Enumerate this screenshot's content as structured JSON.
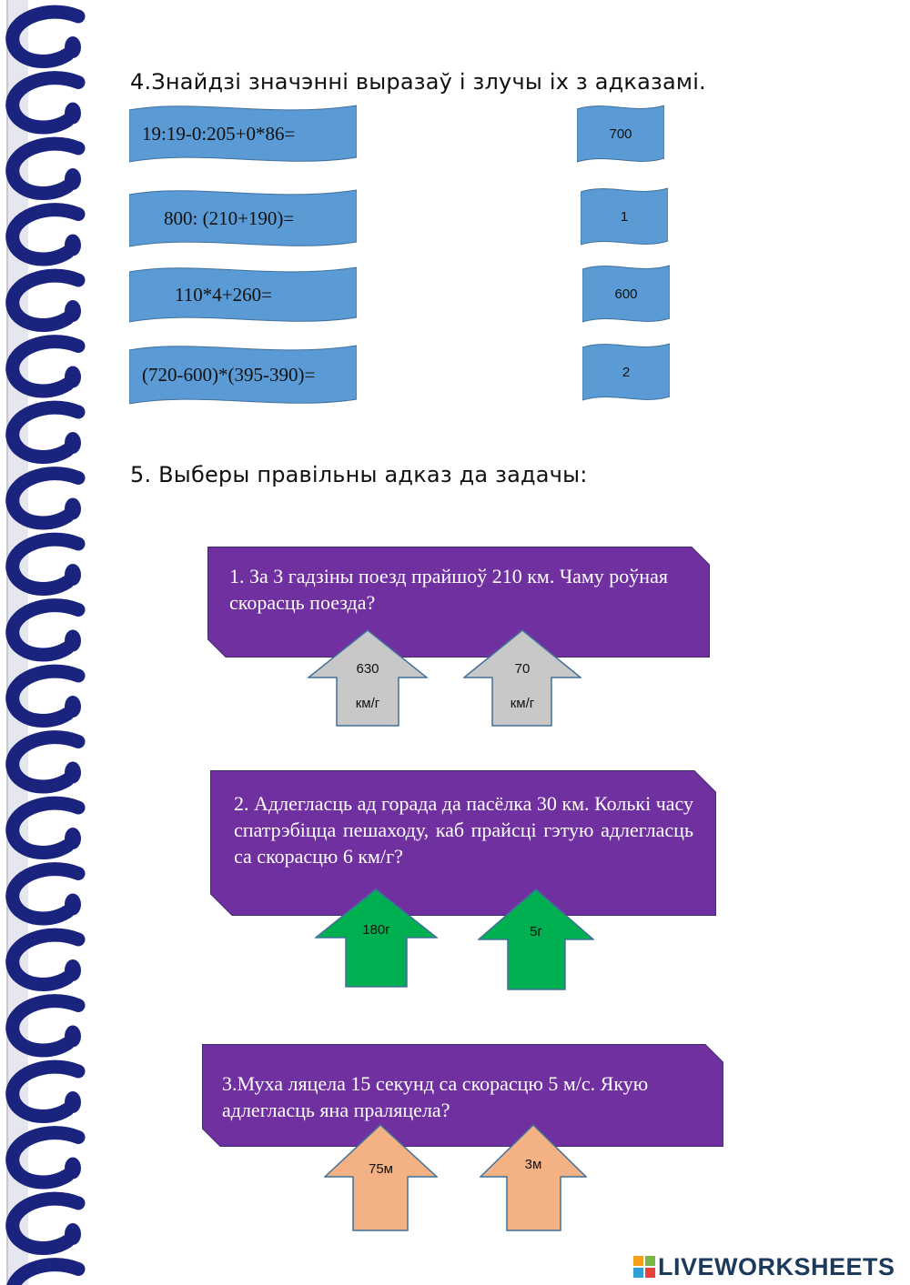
{
  "task4": {
    "title": "4.Знайдзі значэнні выразаў і злучы іх з адказамі.",
    "expressions": [
      "19:19-0:205+0*86=",
      "800: (210+190)=",
      "110*4+260=",
      "(720-600)*(395-390)="
    ],
    "answers": [
      "700",
      "1",
      "600",
      "2"
    ]
  },
  "task5": {
    "title": "5. Выберы правільны адказ да задачы:",
    "problems": [
      {
        "text": "1. За 3 гадзіны поезд прайшоў 210 км. Чаму роўная  скорасць поезда?",
        "options": [
          {
            "line1": "630",
            "line2": "км/г"
          },
          {
            "line1": "70",
            "line2": "км/г"
          }
        ]
      },
      {
        "text": "2. Адлегласць ад горада да пасёлка 30 км. Колькі часу спатрэбіцца пешаходу, каб прайсці гэтую адлегласць са скорасцю 6 км/г?",
        "options": [
          {
            "line1": "180г",
            "line2": ""
          },
          {
            "line1": "5г",
            "line2": ""
          }
        ]
      },
      {
        "text": "3.Муха ляцела 15 секунд са скорасцю 5 м/с. Якую адлегласць яна праляцела?",
        "options": [
          {
            "line1": "75м",
            "line2": ""
          },
          {
            "line1": "3м",
            "line2": ""
          }
        ]
      }
    ]
  },
  "logo": {
    "text": "LIVEWORKSHEETS"
  },
  "colors": {
    "flag_blue": "#5b9bd5",
    "box_purple": "#7030a0",
    "arrow_gray": "#c8c8c8",
    "arrow_green": "#00b050",
    "arrow_orange": "#f4b183",
    "spiral": "#1a237e"
  }
}
